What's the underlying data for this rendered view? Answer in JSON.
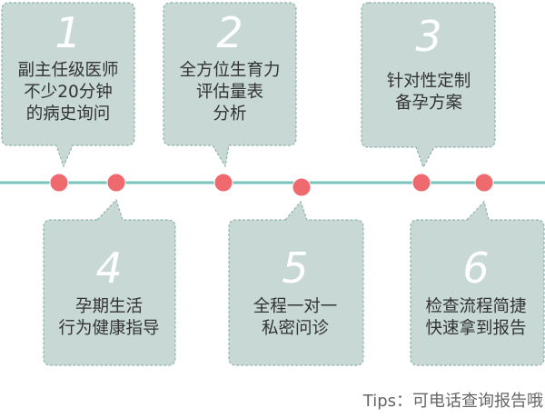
{
  "steps": [
    {
      "number": "1",
      "lines": [
        "副主任级医师",
        "不少20分钟",
        "的病史询问"
      ]
    },
    {
      "number": "2",
      "lines": [
        "全方位生育力",
        "评估量表",
        "分析"
      ]
    },
    {
      "number": "3",
      "lines": [
        "针对性定制",
        "备孕方案"
      ]
    },
    {
      "number": "4",
      "lines": [
        "孕期生活",
        "行为健康指导"
      ]
    },
    {
      "number": "5",
      "lines": [
        "全程一对一",
        "私密问诊"
      ]
    },
    {
      "number": "6",
      "lines": [
        "检查流程简捷",
        "快速拿到报告"
      ]
    }
  ],
  "tips": "Tips：可电话查询报告哦",
  "colors": {
    "box_fill": "#c7d8d5",
    "box_border": "#8fb3ae",
    "timeline": "#78c4bc",
    "dot": "#ee6a6e",
    "number": "#ffffff",
    "text": "#333333"
  }
}
